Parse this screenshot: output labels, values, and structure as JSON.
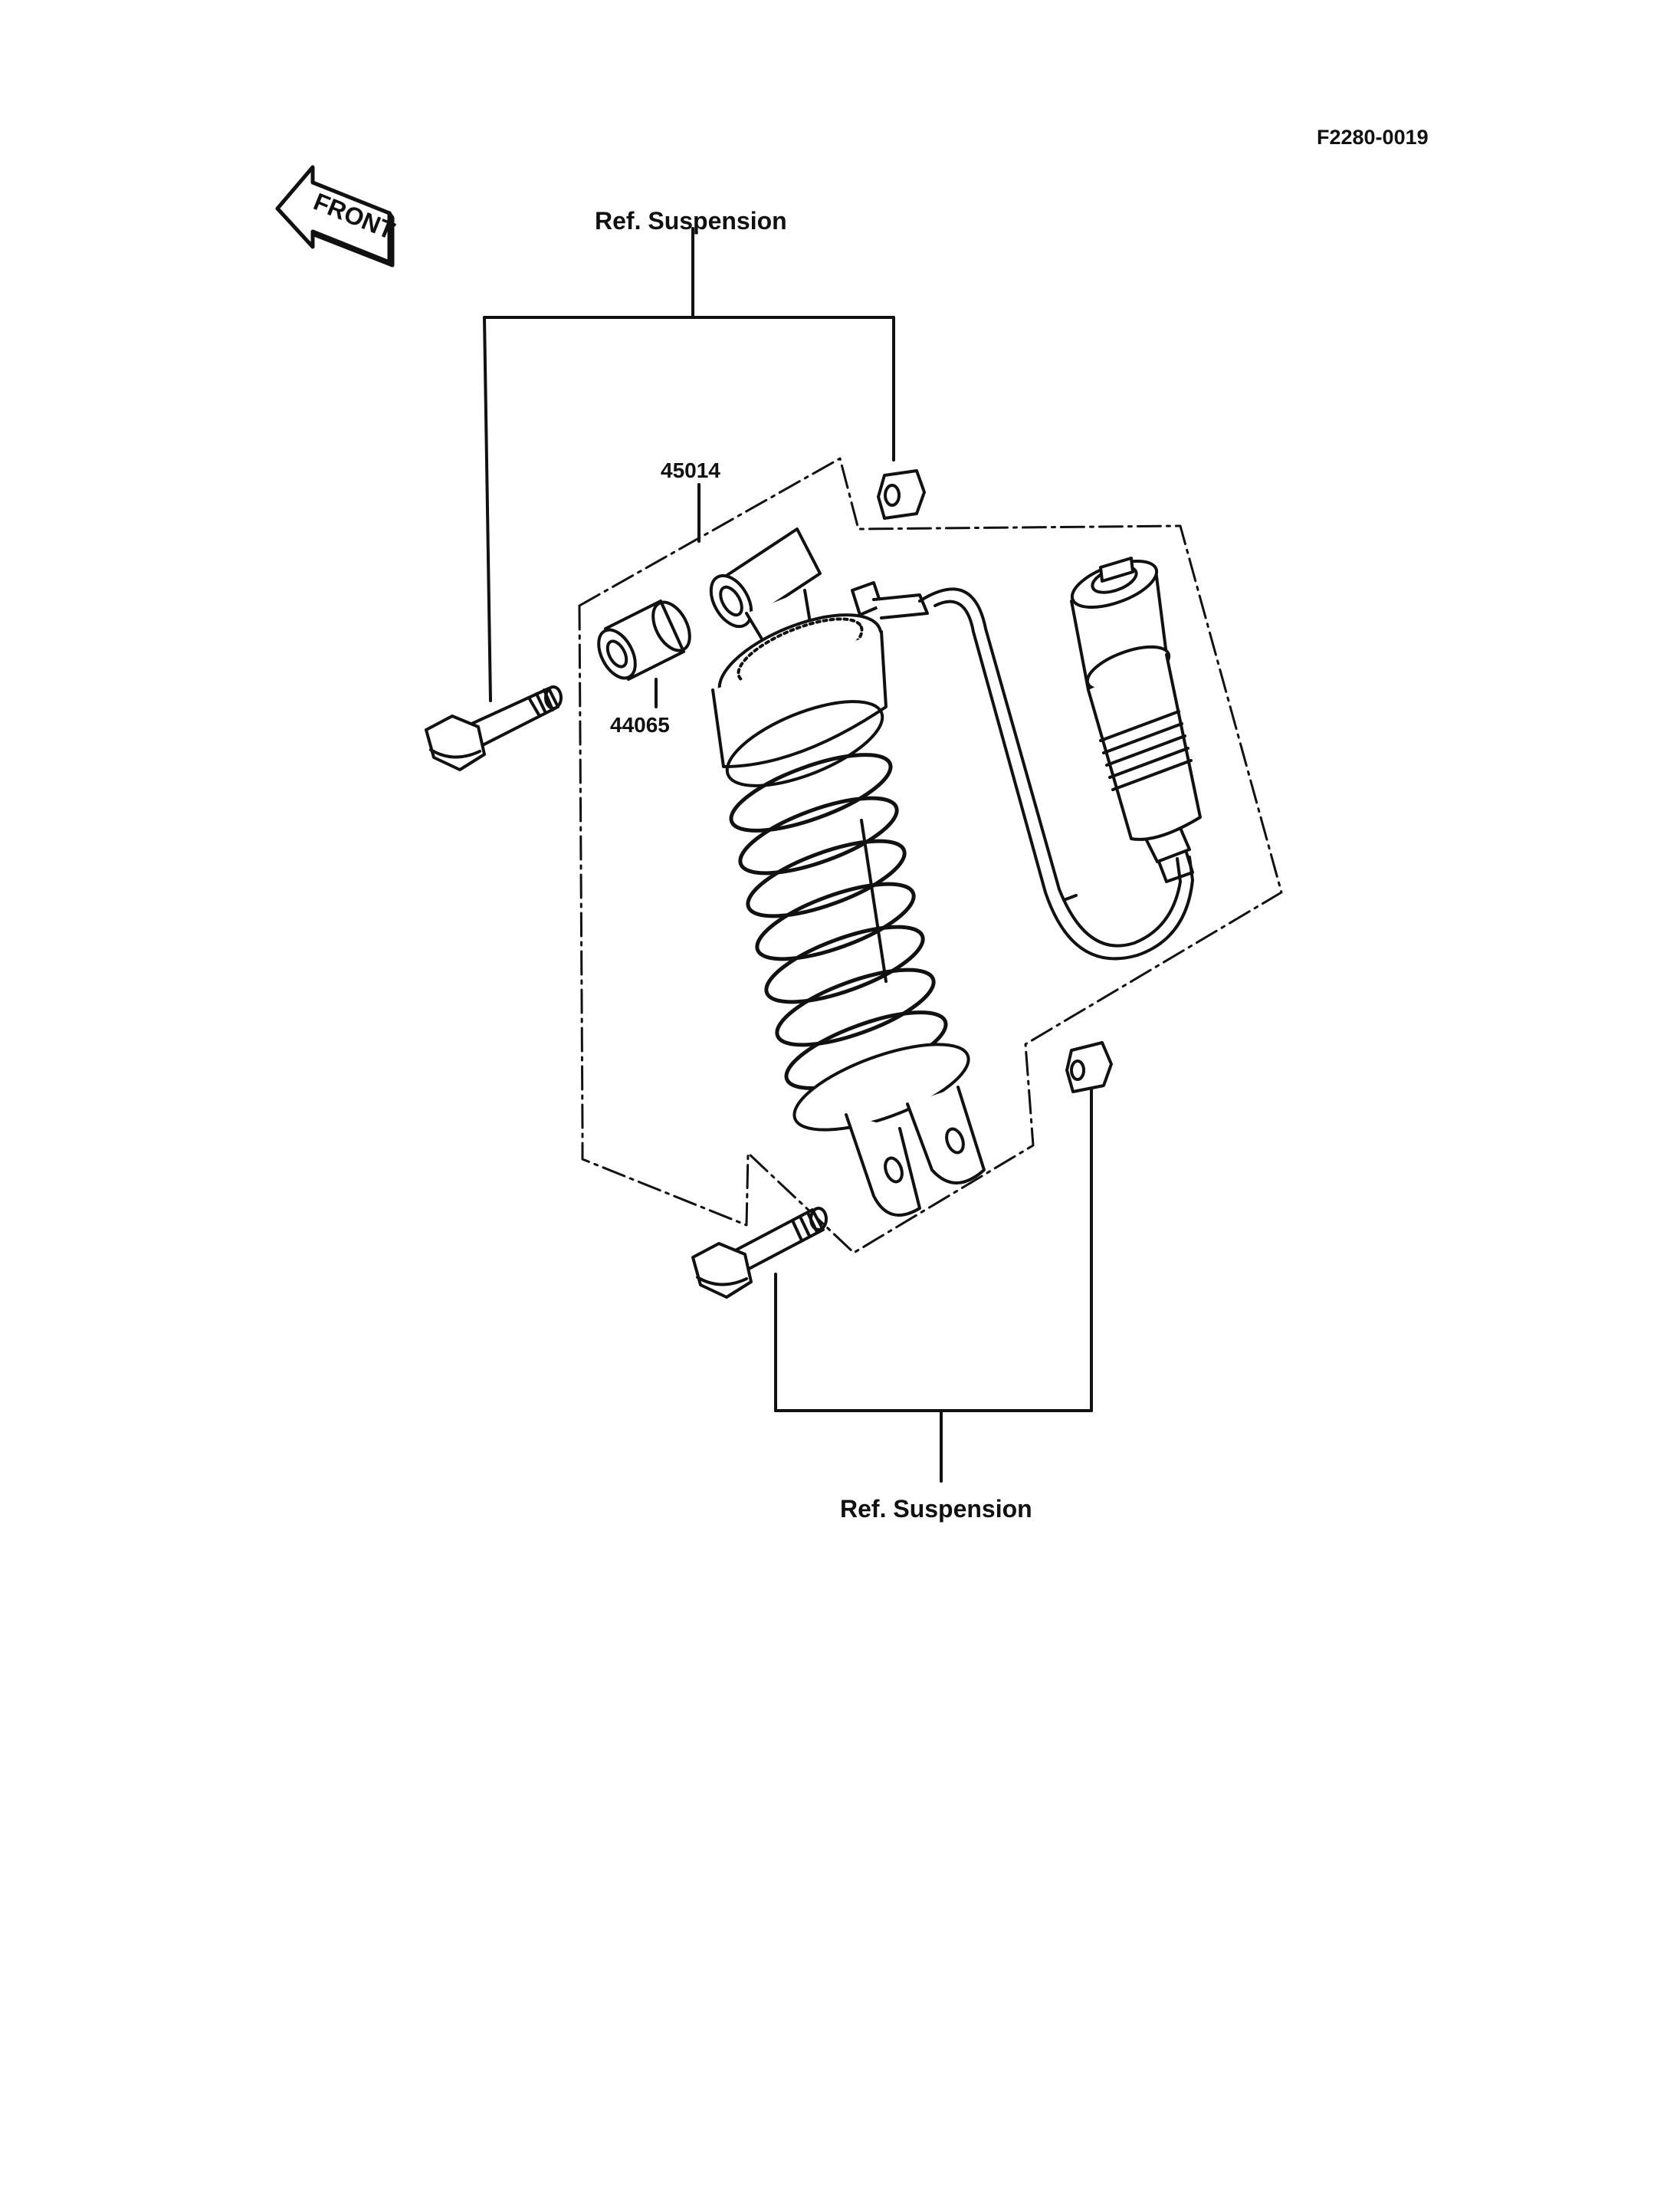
{
  "diagram": {
    "figure_code": "F2280-0019",
    "front_label": "FRONT",
    "ref_top": "Ref. Suspension",
    "ref_bottom": "Ref. Suspension",
    "parts": [
      {
        "number": "45014"
      },
      {
        "number": "44065"
      }
    ]
  }
}
